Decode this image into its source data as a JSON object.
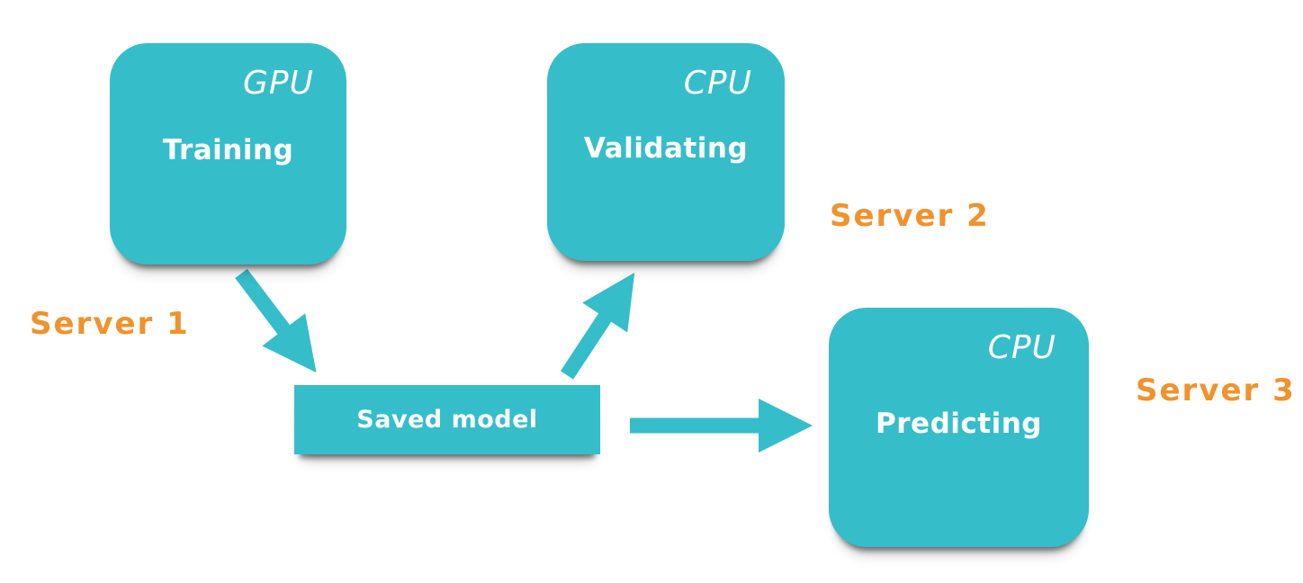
{
  "colors": {
    "node": "#35bdca",
    "server_label": "#f0922d",
    "node_text": "#ffffff",
    "background": "#ffffff"
  },
  "nodes": [
    {
      "id": "training",
      "hardware": "GPU",
      "title": "Training",
      "server": "Server 1"
    },
    {
      "id": "validating",
      "hardware": "CPU",
      "title": "Validating",
      "server": "Server 2"
    },
    {
      "id": "predicting",
      "hardware": "CPU",
      "title": "Predicting",
      "server": "Server 3"
    }
  ],
  "artifact": {
    "title": "Saved model"
  },
  "connections": [
    {
      "from": "training",
      "to": "saved-model"
    },
    {
      "from": "saved-model",
      "to": "validating"
    },
    {
      "from": "saved-model",
      "to": "predicting"
    }
  ]
}
